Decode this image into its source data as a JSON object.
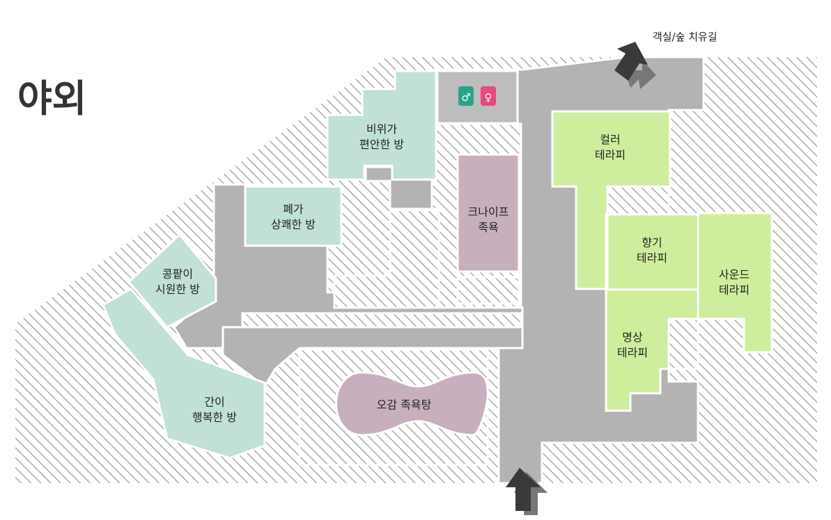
{
  "title": "야외",
  "exit_label": "객실/숲 치유길",
  "rooms": {
    "bean_room": [
      "콩팥이",
      "시원한 방"
    ],
    "liver_room": [
      "간이",
      "행복한 방"
    ],
    "lung_room": [
      "폐가",
      "상쾌한 방"
    ],
    "stomach_room": [
      "비위가",
      "편안한 방"
    ],
    "kneipp": [
      "크나이프",
      "족욕"
    ],
    "foot_bath": "오감 족욕탕",
    "color_therapy": [
      "컬러",
      "테라피"
    ],
    "aroma_therapy": [
      "향기",
      "테라피"
    ],
    "sound_therapy": [
      "사운드",
      "테라피"
    ],
    "meditation_therapy": [
      "명상",
      "테라피"
    ]
  },
  "restroom_icons": [
    "male-restroom-icon",
    "female-restroom-icon"
  ],
  "colors": {
    "corridor": "#b3b3b3",
    "hatch": "#aaaaaa",
    "mint_room": "#c0e0d8",
    "mauve_room": "#c7afbd",
    "green_room": "#cfee9d",
    "restroom": "#bdbdbd",
    "restroom_male": "#2aa386",
    "restroom_female": "#e54a80",
    "arrow": "#3a3a3a",
    "arrow_shadow": "#777777"
  }
}
